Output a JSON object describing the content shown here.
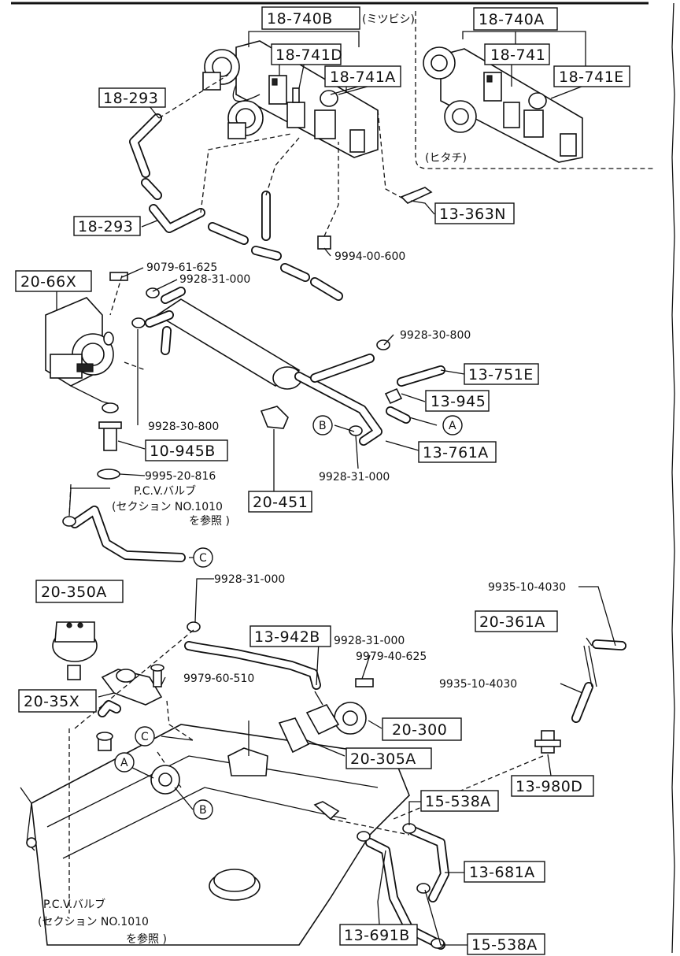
{
  "labels": {
    "l18740b": "18-740B",
    "l18740b_note": "(ミツビシ)",
    "l18741d": "18-741D",
    "l18741a": "18-741A",
    "l18740a": "18-740A",
    "l18741": "18-741",
    "l18741e": "18-741E",
    "hitachi_note": "(ヒタチ)",
    "l18293a": "18-293",
    "l18293b": "18-293",
    "l13363n": "13-363N",
    "l9994": "9994-00-600",
    "l20066x": "20-66X",
    "l9079": "9079-61-625",
    "l9928a": "9928-31-000",
    "l9928b": "9928-30-800",
    "l13751e": "13-751E",
    "l13945": "13-945",
    "l13761a": "13-761A",
    "l9928c": "9928-30-800",
    "l9928d": "9928-31-000",
    "l10945b": "10-945B",
    "l9995": "9995-20-816",
    "pcv1_a": "P.C.V.バルブ",
    "pcv1_b": "(セクション NO.1010",
    "pcv1_c": "を参照 )",
    "l20451": "20-451",
    "l20350a": "20-350A",
    "l9928e": "9928-31-000",
    "l13942b": "13-942B",
    "l9928f": "9928-31-000",
    "l9979a": "9979-40-625",
    "l9935a": "9935-10-4030",
    "l20361a": "20-361A",
    "l9935b": "9935-10-4030",
    "l20035x": "20-35X",
    "l9979b": "9979-60-510",
    "l20300": "20-300",
    "l20305a": "20-305A",
    "l13980d": "13-980D",
    "l15538a1": "15-538A",
    "l13681a": "13-681A",
    "l13691b": "13-691B",
    "l15538a2": "15-538A",
    "pcv2_a": "P.C.V.バルブ",
    "pcv2_b": "(セクション NO.1010",
    "pcv2_c": "を参照 )"
  },
  "callouts": {
    "a1": "A",
    "b1": "B",
    "c1": "C",
    "c2": "C",
    "a2": "A",
    "b2": "B"
  }
}
